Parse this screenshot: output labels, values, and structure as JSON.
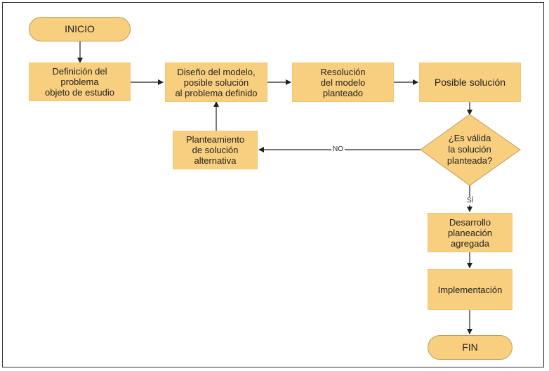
{
  "colors": {
    "node_fill": "#f7cf7e",
    "pill_border": "#c49a55",
    "arrow": "#231f20",
    "text": "#231f20"
  },
  "nodes": {
    "inicio": "INICIO",
    "definicion": [
      "Definición del problema",
      "objeto de estudio"
    ],
    "diseno": [
      "Diseño del modelo,",
      "posible solución",
      "al problema definido"
    ],
    "resolucion": [
      "Resolución",
      "del modelo",
      "planteado"
    ],
    "posible": "Posible solución",
    "decision": [
      "¿Es válida",
      "la solución",
      "planteada?"
    ],
    "planteamiento": [
      "Planteamiento",
      "de solución",
      "alternativa"
    ],
    "desarrollo": [
      "Desarrollo",
      "planeación",
      "agregada"
    ],
    "implementacion": "Implementación",
    "fin": "FIN"
  },
  "edges": {
    "no_label": "NO",
    "si_label": "SÍ"
  }
}
